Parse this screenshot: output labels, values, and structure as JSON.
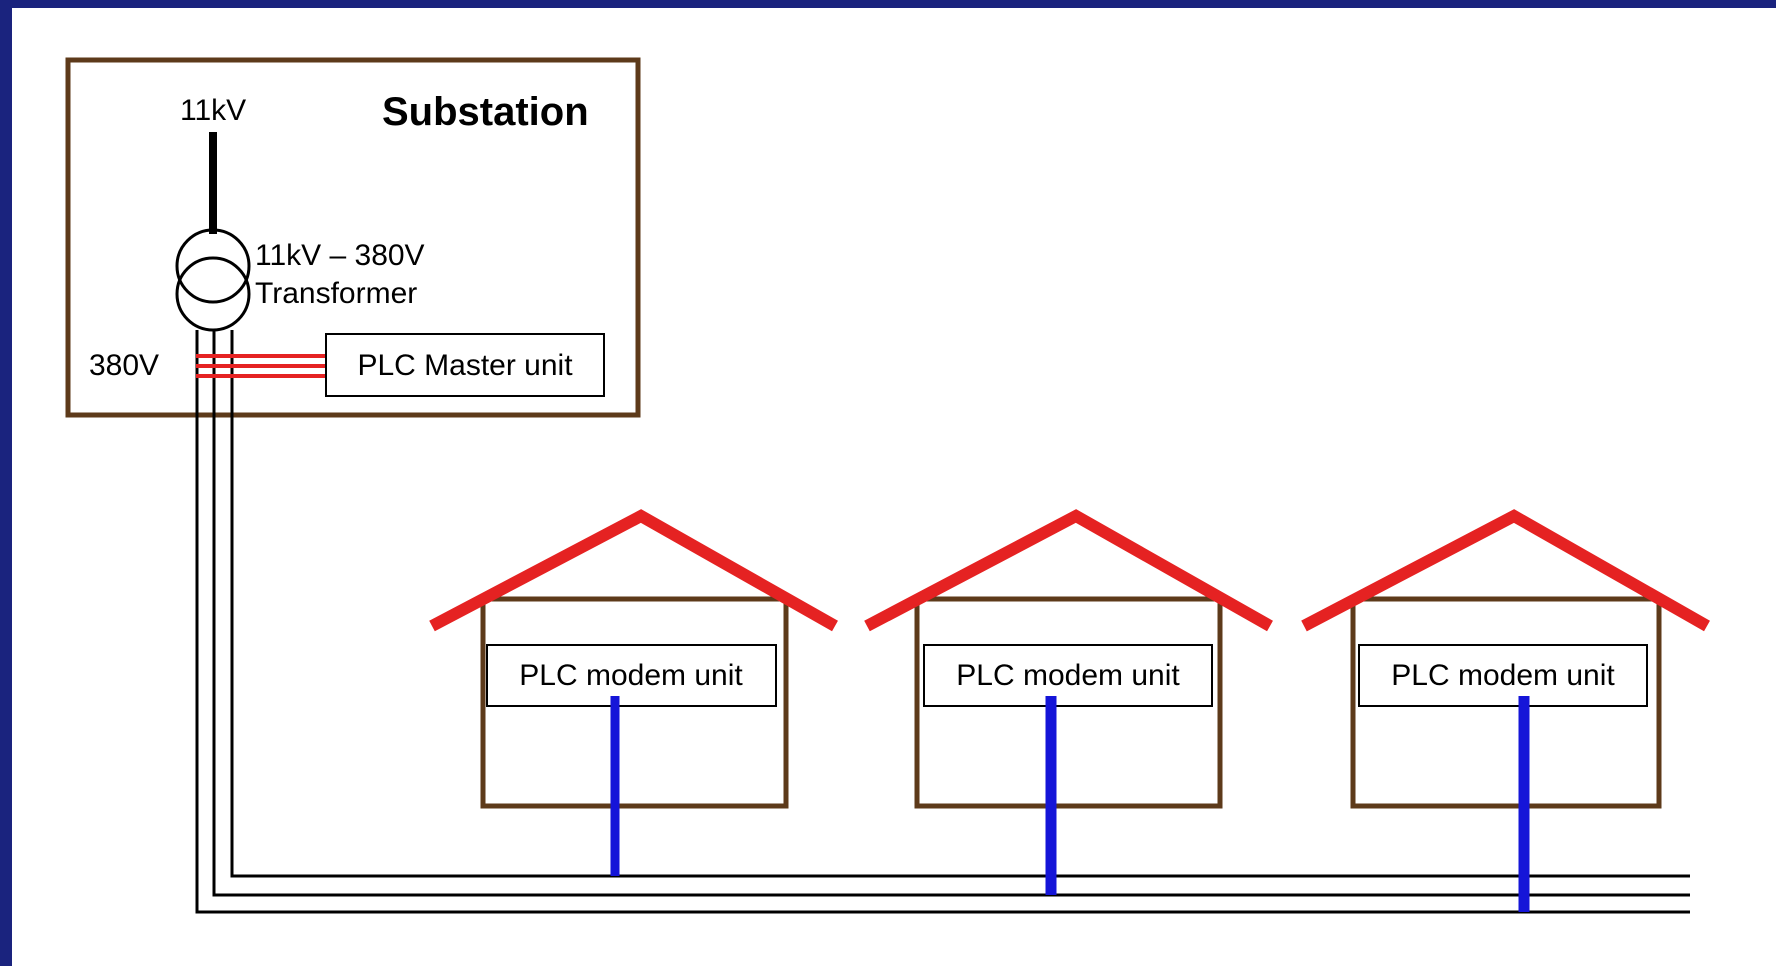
{
  "substation": {
    "title": "Substation",
    "hv_label": "11kV",
    "transformer_rating": "11kV – 380V",
    "transformer_label": "Transformer",
    "lv_label": "380V",
    "master_label": "PLC Master unit"
  },
  "houses": [
    {
      "modem_label": "PLC modem unit"
    },
    {
      "modem_label": "PLC modem unit"
    },
    {
      "modem_label": "PLC modem unit"
    }
  ],
  "colors": {
    "background": "#1a237e",
    "building": "#5d3a1a",
    "roof": "#e52222",
    "power_line": "#000000",
    "plc_link": "#e52222",
    "drop_line": "#1515d8"
  }
}
